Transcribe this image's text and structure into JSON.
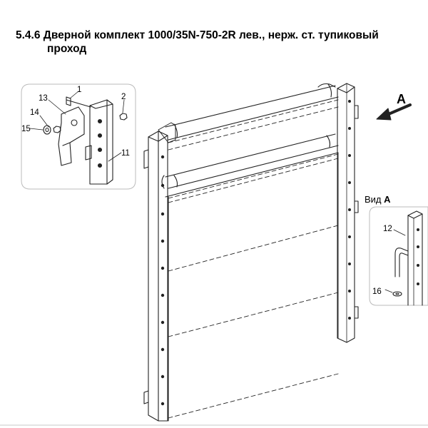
{
  "header": {
    "title_line1": "5.4.6 Дверной комплект 1000/35N-750-2R лев., нерж. ст. тупиковый",
    "title_line2": "проход"
  },
  "direction_arrow": {
    "label": "A"
  },
  "detail_left": {
    "callouts": [
      "1",
      "2",
      "13",
      "14",
      "15",
      "11"
    ]
  },
  "detail_right": {
    "view_prefix": "Вид ",
    "view_letter": "A",
    "callouts": [
      "12",
      "16"
    ]
  }
}
